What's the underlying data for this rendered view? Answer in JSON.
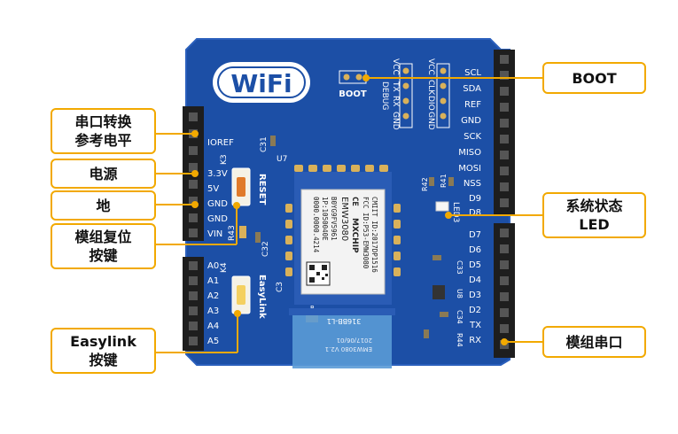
{
  "board": {
    "logo_text": "WiFi",
    "boot_label": "BOOT",
    "reset_label": "RESET",
    "easylink_label": "EasyLink",
    "led_label": "LED3",
    "chip_label": "MXCHIP",
    "module_model": "EMW3080",
    "module_lines": [
      "CMIIT ID:2017DP1516",
      "FCC ID:P53-EMW3080",
      "CE",
      "EMW3080",
      "B0YG9FV5961",
      "1P:1050040E",
      "0000.0000.4214"
    ],
    "module_bottom": [
      "EMW3080 V2.1",
      "2017/06/01"
    ],
    "ic_label": "316BB-L1",
    "header_top_a": [
      "VCC",
      "TX",
      "RX",
      "GND"
    ],
    "header_top_a2": [
      "",
      "",
      "DEBUG",
      ""
    ],
    "header_top_b": [
      "VCC",
      "CLK",
      "DIO",
      "GND"
    ],
    "left_pins_power": [
      "IOREF",
      "",
      "3.3V",
      "5V",
      "GND",
      "GND",
      "VIN"
    ],
    "left_pins_analog": [
      "A0",
      "A1",
      "A2",
      "A3",
      "A4",
      "A5"
    ],
    "right_pins_top": [
      "SCL",
      "SDA",
      "REF",
      "GND",
      "SCK",
      "MISO",
      "MOSI",
      "NSS",
      "D9",
      "D8"
    ],
    "right_pins_bottom": [
      "D7",
      "D6",
      "D5",
      "D4",
      "D3",
      "D2",
      "TX",
      "RX"
    ],
    "components": [
      "C31",
      "U7",
      "K3",
      "R43",
      "C32",
      "K4",
      "C3",
      "R42",
      "R41",
      "C33",
      "U8",
      "C34",
      "R44",
      "B"
    ]
  },
  "callouts": {
    "boot": [
      "BOOT"
    ],
    "uart_level": [
      "串口转换",
      "参考电平"
    ],
    "power": [
      "电源"
    ],
    "ground": [
      "地"
    ],
    "module_reset": [
      "模组复位",
      "按键"
    ],
    "easylink": [
      "Easylink",
      "按键"
    ],
    "status_led": [
      "系统状态",
      "LED"
    ],
    "module_uart": [
      "模组串口"
    ]
  },
  "colors": {
    "pcb": "#1c4fa6",
    "pcb_edge": "#2a5fbc",
    "header": "#1e1e1e",
    "callout_border": "#f2a900",
    "silk": "#ffffff",
    "gold": "#d9b15a"
  }
}
